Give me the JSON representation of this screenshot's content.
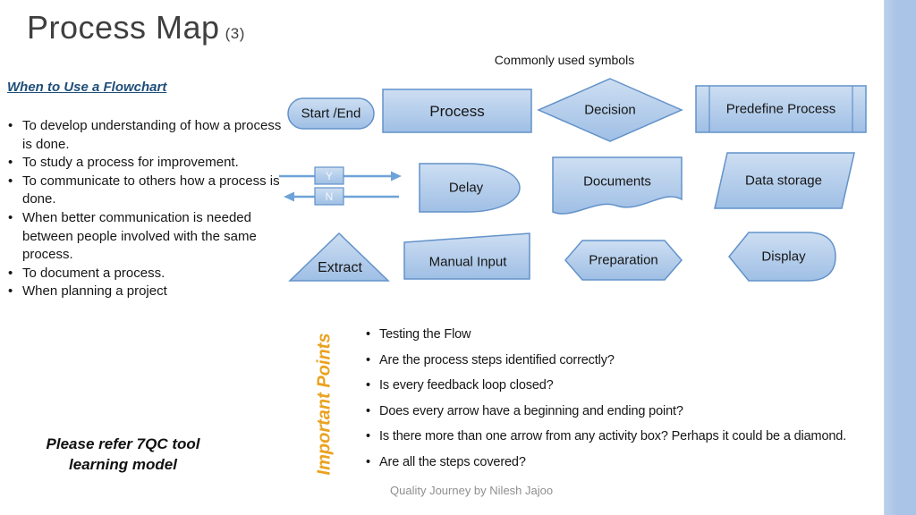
{
  "slide": {
    "title": "Process Map",
    "title_suffix": "(3)",
    "symbols_caption": "Commonly used symbols",
    "footer": "Quality Journey by Nilesh Jajoo"
  },
  "when_to_use": {
    "heading": "When to Use a Flowchart",
    "bullets": [
      "To develop understanding of how a process is done.",
      "To study a process for improvement.",
      "To communicate to others how a process is done.",
      "When better communication is needed between people involved with the same process.",
      "To document a process.",
      "When planning a project"
    ]
  },
  "symbols": {
    "start_end": "Start /End",
    "process": "Process",
    "decision": "Decision",
    "predefine": "Predefine Process",
    "yes": "Y",
    "no": "N",
    "delay": "Delay",
    "documents": "Documents",
    "data_storage": "Data storage",
    "extract": "Extract",
    "manual_input": "Manual Input",
    "preparation": "Preparation",
    "display": "Display"
  },
  "important_points": {
    "heading": "Important Points",
    "bullets": [
      "Testing the Flow",
      "Are the process steps identified correctly?",
      "Is every feedback loop closed?",
      "Does every arrow have a beginning and ending point?",
      "Is there more than one arrow from any activity box?  Perhaps it could be a diamond.",
      "Are all the steps covered?"
    ]
  },
  "note": {
    "line1": "Please refer 7QC tool",
    "line2": "learning model"
  },
  "colors": {
    "shape_fill_top": "#cddef2",
    "shape_fill_bottom": "#9fbfe5",
    "shape_border": "#6292c9",
    "arrow_blue": "#6fa3d8",
    "accent_bar": "#a9c4e7",
    "heading_blue": "#1f4e79",
    "important_gold": "#eaa21e",
    "title_gray": "#3f3f3f",
    "footer_gray": "#8f8f8f"
  }
}
